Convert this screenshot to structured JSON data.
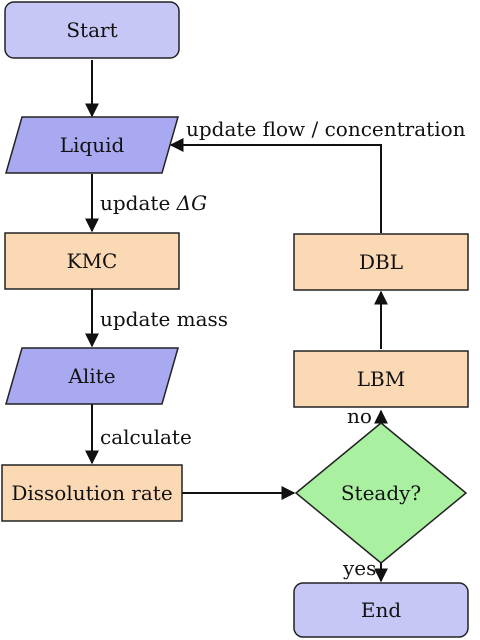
{
  "nodes": {
    "start": "Start",
    "liquid": "Liquid",
    "kmc": "KMC",
    "alite": "Alite",
    "dissolution": "Dissolution rate",
    "steady": "Steady?",
    "lbm": "LBM",
    "dbl": "DBL",
    "end": "End"
  },
  "edges": {
    "update_dg_prefix": "update ",
    "update_dg_symbol": "ΔG",
    "update_mass": "update mass",
    "calculate": "calculate",
    "update_flow": "update flow / concentration",
    "no": "no",
    "yes": "yes"
  },
  "colors": {
    "terminal": "#c7c7f7",
    "io": "#a9a9f1",
    "process": "#fcd9b5",
    "decision": "#a9f0a0",
    "stroke": "#222222"
  }
}
